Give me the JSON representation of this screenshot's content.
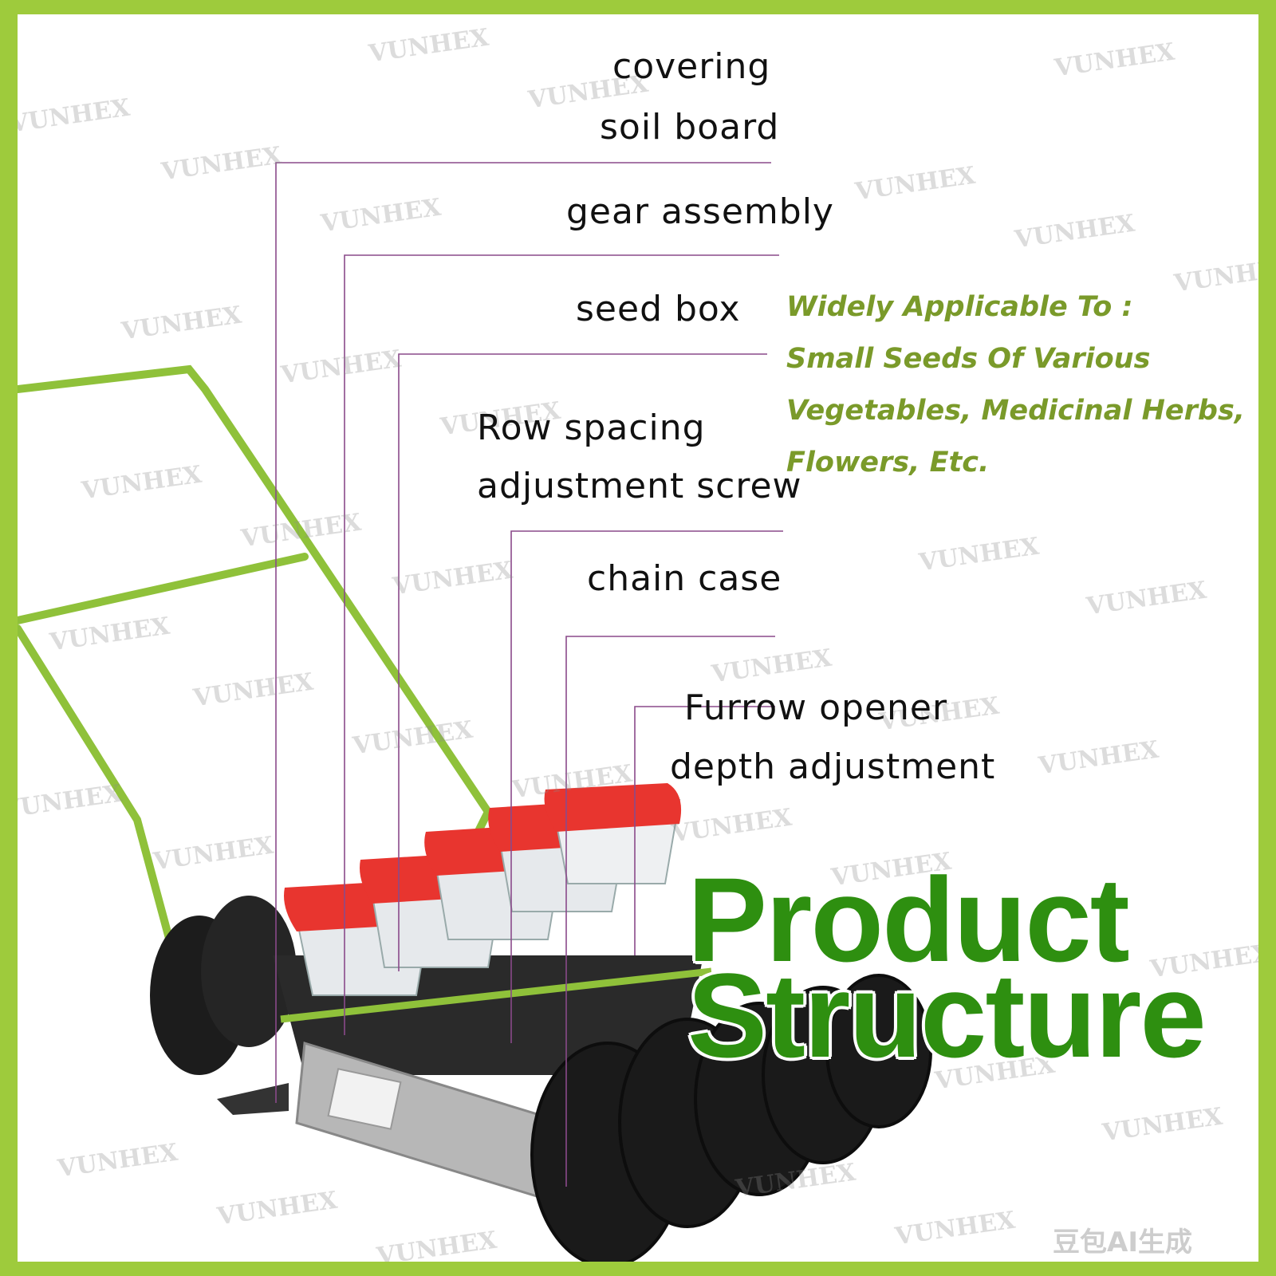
{
  "watermark": "VUNHEX",
  "corner_mark": "豆包AI生成",
  "labels": {
    "covering_line1": "covering",
    "covering_line2": "soil board",
    "gear": "gear assembly",
    "seed_box": "seed box",
    "row_line1": "Row spacing",
    "row_line2": "adjustment screw",
    "chain": "chain case",
    "furrow_line1": "Furrow opener",
    "furrow_line2": "depth adjustment"
  },
  "application": {
    "line1": "Widely Applicable To :",
    "line2": "Small Seeds Of Various",
    "line3": "Vegetables, Medicinal Herbs,",
    "line4": "Flowers, Etc."
  },
  "headline": {
    "line1": "Product",
    "line2": "Structure"
  },
  "colors": {
    "frame_green": "#9ecb3c",
    "headline_green": "#2e8f10",
    "application_text": "#7a9a2a",
    "leader_line": "#8a4a8a",
    "hopper_lid_red": "#e8352f",
    "wheel_black": "#1c1c1c"
  }
}
